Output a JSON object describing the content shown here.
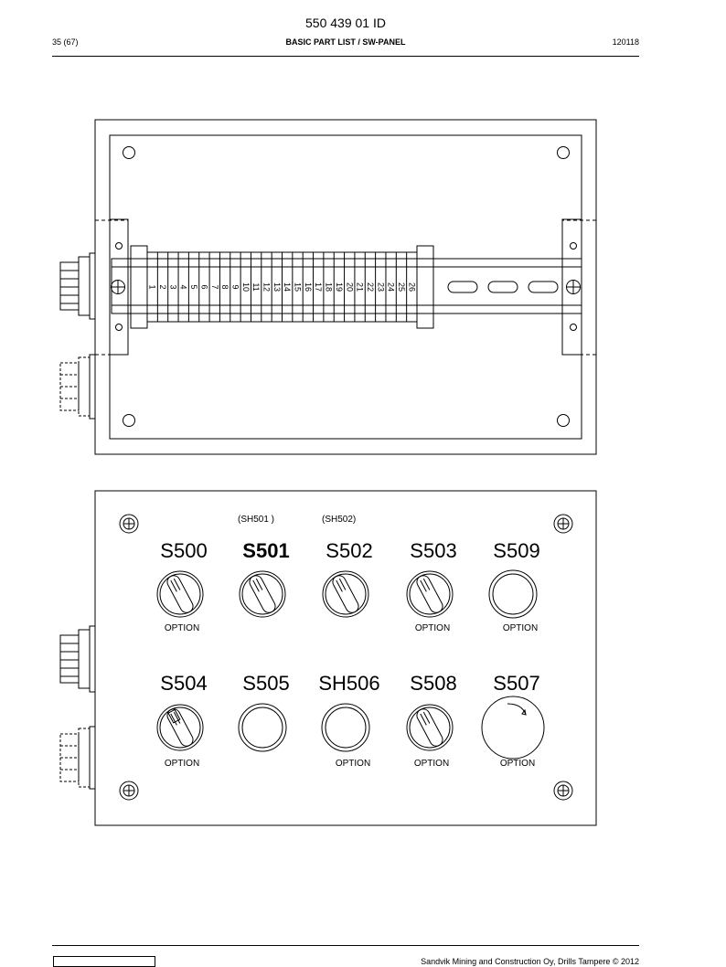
{
  "header": {
    "doc_id": "550 439 01 ID",
    "page": "35 (67)",
    "title": "BASIC PART LIST / SW-PANEL",
    "date": "120118"
  },
  "terminal_block": {
    "numbers": [
      "1",
      "2",
      "3",
      "4",
      "5",
      "6",
      "7",
      "8",
      "9",
      "10",
      "11",
      "12",
      "13",
      "14",
      "15",
      "16",
      "17",
      "18",
      "19",
      "20",
      "21",
      "22",
      "23",
      "24",
      "25",
      "26"
    ]
  },
  "switch_panel": {
    "notes": [
      "(SH501  )",
      "(SH502)"
    ],
    "row1": [
      {
        "label": "S500",
        "type": "selector",
        "option": "OPTION"
      },
      {
        "label": "S501",
        "type": "selector",
        "option": ""
      },
      {
        "label": "S502",
        "type": "selector",
        "option": ""
      },
      {
        "label": "S503",
        "type": "selector",
        "option": "OPTION"
      },
      {
        "label": "S509",
        "type": "pushbutton",
        "option": "OPTION"
      }
    ],
    "row2": [
      {
        "label": "S504",
        "type": "key",
        "option": "OPTION"
      },
      {
        "label": "S505",
        "type": "pushbutton",
        "option": ""
      },
      {
        "label": "SH506",
        "type": "pushbutton",
        "option": "OPTION"
      },
      {
        "label": "S508",
        "type": "selector",
        "option": "OPTION"
      },
      {
        "label": "S507",
        "type": "emergency-stop",
        "option": "OPTION"
      }
    ]
  },
  "footer": {
    "copyright": "Sandvik Mining and Construction Oy, Drills Tampere © 2012"
  }
}
